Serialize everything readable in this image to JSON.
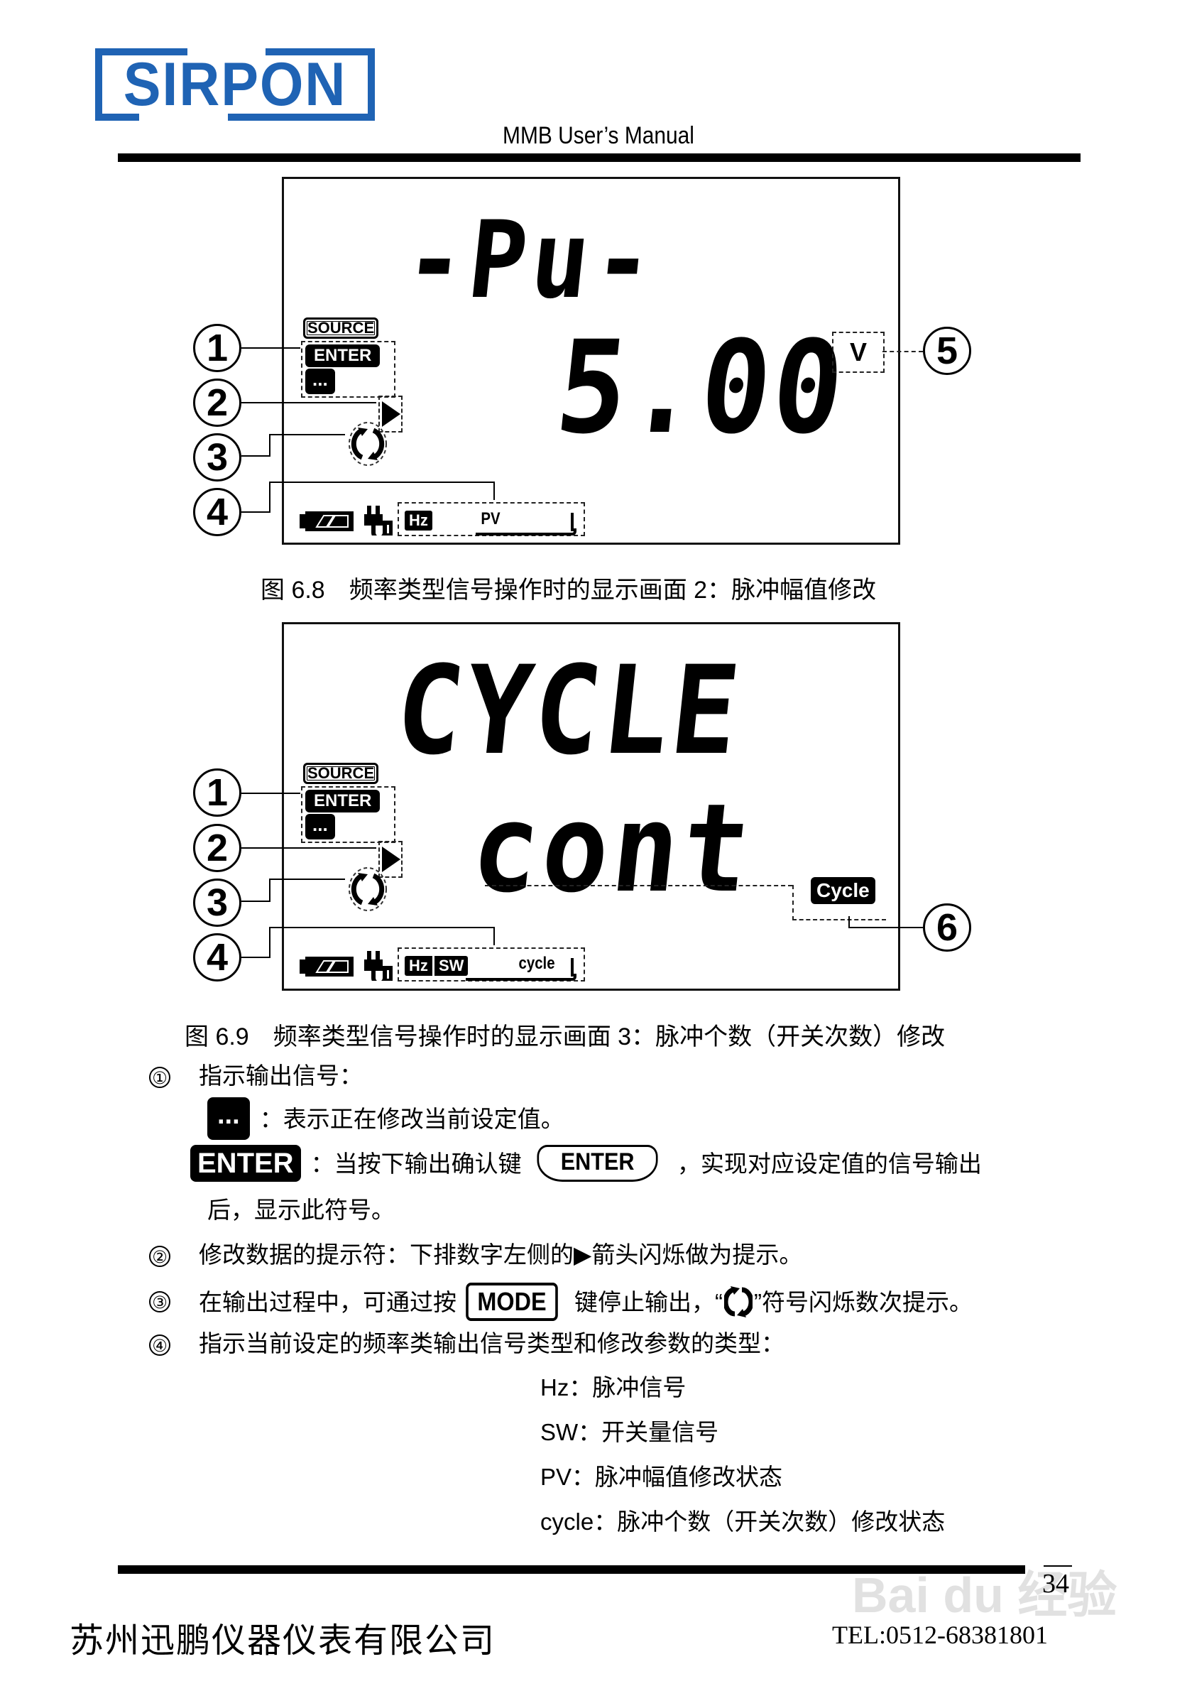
{
  "header": {
    "logo_text": "SIRPON",
    "logo_color": "#1f63b4",
    "manual_title": "MMB User’s Manual"
  },
  "figure_6_8": {
    "lcd": {
      "top_text": "-Pu-",
      "bottom_value": "5.00",
      "unit": "V",
      "status_tags": {
        "source": "SOURCE",
        "enter": "ENTER",
        "editing": "..."
      },
      "bottom_tags": {
        "hz": "Hz",
        "mode": "PV"
      }
    },
    "callouts": [
      "1",
      "2",
      "3",
      "4",
      "5"
    ],
    "caption": "图 6.8　频率类型信号操作时的显示画面 2：脉冲幅值修改"
  },
  "figure_6_9": {
    "lcd": {
      "top_text": "CYCLE",
      "bottom_text": "cont",
      "cycle_tag": "Cycle",
      "status_tags": {
        "source": "SOURCE",
        "enter": "ENTER",
        "editing": "..."
      },
      "bottom_tags": {
        "hz": "Hz",
        "sw": "SW",
        "mode": "cycle"
      }
    },
    "callouts": [
      "1",
      "2",
      "3",
      "4",
      "6"
    ],
    "caption": "图 6.9　频率类型信号操作时的显示画面 3：脉冲个数（开关次数）修改"
  },
  "notes": {
    "item1": {
      "marker": "①",
      "text": "指示输出信号："
    },
    "item1_editing": {
      "tag": "...",
      "text": "：表示正在修改当前设定值。"
    },
    "item1_enter": {
      "tag": "ENTER",
      "text_before_key": "：当按下输出确认键",
      "key": "ENTER",
      "text_after_key": "，实现对应设定值的信号输出",
      "continuation": "后，显示此符号。"
    },
    "item2": {
      "marker": "②",
      "text": "修改数据的提示符：下排数字左侧的▶箭头闪烁做为提示。"
    },
    "item3": {
      "marker": "③",
      "text_before_key": "在输出过程中，可通过按",
      "key": "MODE",
      "text_middle": "键停止输出，“",
      "text_after_icon": "”符号闪烁数次提示。"
    },
    "item4": {
      "marker": "④",
      "text": "指示当前设定的频率类输出信号类型和修改参数的类型："
    },
    "legend": [
      {
        "code": "Hz",
        "desc": "：脉冲信号"
      },
      {
        "code": "SW",
        "desc": "：开关量信号"
      },
      {
        "code": "PV",
        "desc": "：脉冲幅值修改状态"
      },
      {
        "code": "cycle",
        "desc": "：脉冲个数（开关次数）修改状态"
      }
    ]
  },
  "footer": {
    "page_number": "34",
    "company": "苏州迅鹏仪器仪表有限公司",
    "tel": "TEL:0512-68381801",
    "watermark": "Bai du 经验"
  }
}
